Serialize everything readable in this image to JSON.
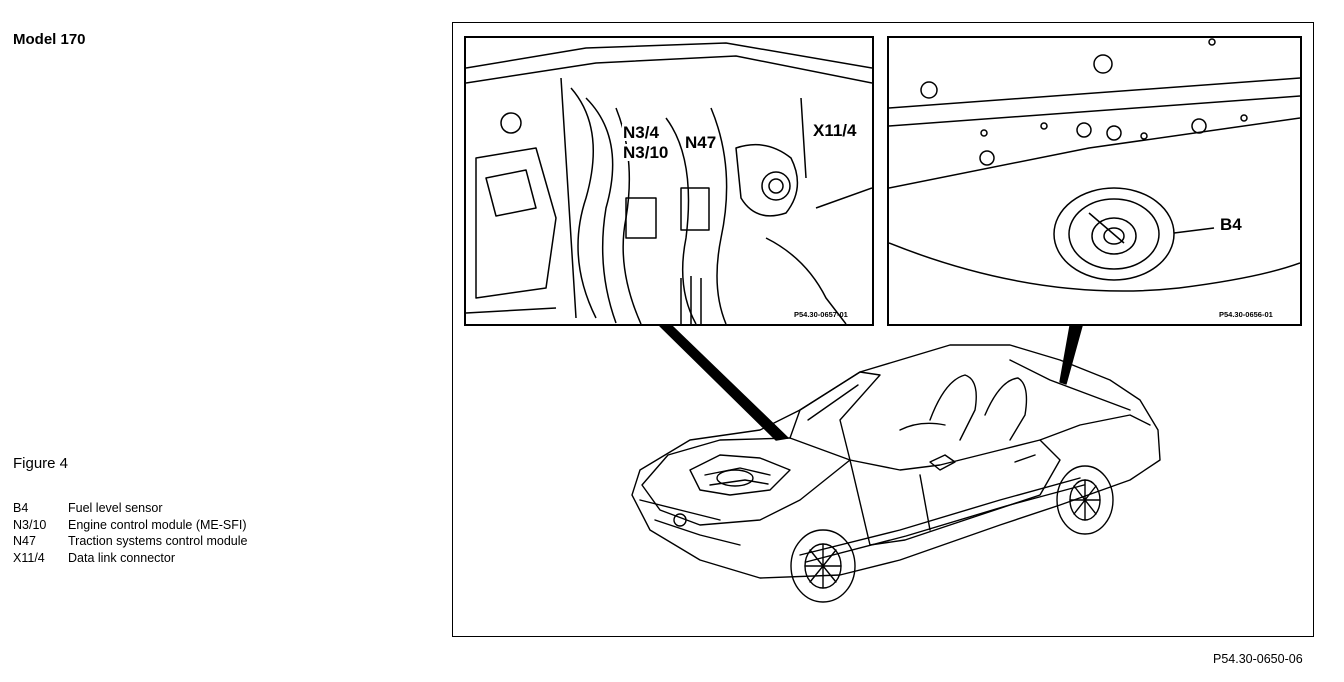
{
  "header": {
    "model_title": "Model 170"
  },
  "figure": {
    "label": "Figure 4"
  },
  "legend": [
    {
      "code": "B4",
      "description": "Fuel level sensor"
    },
    {
      "code": "N3/10",
      "description": "Engine control module (ME-SFI)"
    },
    {
      "code": "N47",
      "description": "Traction systems control module"
    },
    {
      "code": "X11/4",
      "description": "Data link connector"
    }
  ],
  "inset_left": {
    "callouts": {
      "n3_4": "N3/4",
      "n3_10": "N3/10",
      "n47": "N47",
      "x11_4": "X11/4"
    },
    "ref_code": "P54.30-0657-01"
  },
  "inset_right": {
    "callouts": {
      "b4": "B4"
    },
    "ref_code": "P54.30-0656-01"
  },
  "footer": {
    "figure_code": "P54.30-0650-06"
  }
}
